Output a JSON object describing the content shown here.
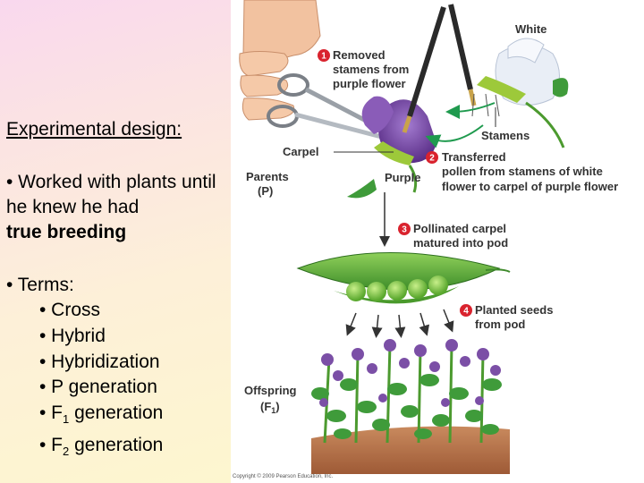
{
  "left": {
    "heading": "Experimental design:",
    "point1_text": "• Worked with plants until he knew he had",
    "point1_bold": "true breeding",
    "terms_label": "• Terms:",
    "terms": [
      {
        "prefix": "• Cross",
        "sub": "",
        "suffix": ""
      },
      {
        "prefix": "• Hybrid",
        "sub": "",
        "suffix": ""
      },
      {
        "prefix": "• Hybridization",
        "sub": "",
        "suffix": ""
      },
      {
        "prefix": "• P generation",
        "sub": "",
        "suffix": ""
      },
      {
        "prefix": "• F",
        "sub": "1",
        "suffix": " generation"
      },
      {
        "prefix": "• F",
        "sub": "2",
        "suffix": " generation"
      }
    ]
  },
  "figure": {
    "label_white": "White",
    "label_stamens": "Stamens",
    "label_carpel": "Carpel",
    "label_purple": "Purple",
    "label_parents_1": "Parents",
    "label_parents_2": "(P)",
    "label_offspring_1": "Offspring",
    "label_offspring_2": "(F",
    "label_offspring_sub": "1",
    "label_offspring_3": ")",
    "steps": [
      {
        "num": "1",
        "line1": "Removed",
        "line2": "stamens from",
        "line3": "purple flower"
      },
      {
        "num": "2",
        "line1": "Transferred",
        "line2": "pollen from stamens of white",
        "line3": "flower to carpel of purple flower"
      },
      {
        "num": "3",
        "line1": "Pollinated carpel",
        "line2": "matured into pod",
        "line3": ""
      },
      {
        "num": "4",
        "line1": "Planted seeds",
        "line2": "from pod",
        "line3": ""
      }
    ],
    "copyright": "Copyright © 2009 Pearson Education, Inc.",
    "colors": {
      "step_badge": "#d9232e",
      "flower_purple": "#7b4fa6",
      "pod_green": "#5fae3c",
      "leaf_green": "#3f9b3a",
      "soil": "#b5714a"
    }
  }
}
